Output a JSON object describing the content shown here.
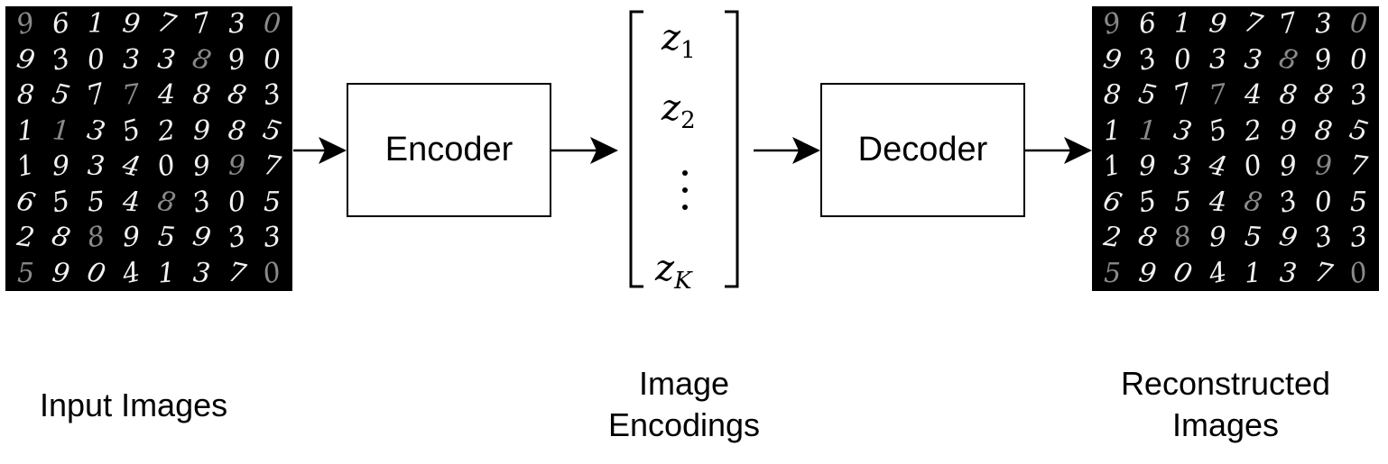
{
  "input_images": {
    "caption": "Input Images",
    "digits": [
      [
        "9",
        "6",
        "1",
        "9",
        "7",
        "7",
        "3",
        "0"
      ],
      [
        "9",
        "3",
        "0",
        "3",
        "3",
        "8",
        "9",
        "0"
      ],
      [
        "8",
        "5",
        "7",
        "7",
        "4",
        "8",
        "8",
        "3"
      ],
      [
        "1",
        "1",
        "3",
        "5",
        "2",
        "9",
        "8",
        "5"
      ],
      [
        "1",
        "9",
        "3",
        "4",
        "0",
        "9",
        "9",
        "7"
      ],
      [
        "6",
        "5",
        "5",
        "4",
        "8",
        "3",
        "0",
        "5"
      ],
      [
        "2",
        "8",
        "8",
        "9",
        "5",
        "9",
        "3",
        "3"
      ],
      [
        "5",
        "9",
        "0",
        "4",
        "1",
        "3",
        "7",
        "0"
      ]
    ]
  },
  "encoder": {
    "label": "Encoder"
  },
  "encodings": {
    "caption_line1": "Image",
    "caption_line2": "Encodings",
    "symbol": "z",
    "entries": [
      {
        "sub": "1"
      },
      {
        "sub": "2"
      },
      {
        "sub": "K"
      }
    ]
  },
  "decoder": {
    "label": "Decoder"
  },
  "reconstructed_images": {
    "caption_line1": "Reconstructed",
    "caption_line2": "Images",
    "digits": [
      [
        "9",
        "6",
        "1",
        "9",
        "7",
        "7",
        "3",
        "0"
      ],
      [
        "9",
        "3",
        "0",
        "3",
        "3",
        "8",
        "9",
        "0"
      ],
      [
        "8",
        "5",
        "7",
        "7",
        "4",
        "8",
        "8",
        "3"
      ],
      [
        "1",
        "1",
        "3",
        "5",
        "2",
        "9",
        "8",
        "5"
      ],
      [
        "1",
        "9",
        "3",
        "4",
        "0",
        "9",
        "9",
        "7"
      ],
      [
        "6",
        "5",
        "5",
        "4",
        "8",
        "3",
        "0",
        "5"
      ],
      [
        "2",
        "8",
        "8",
        "9",
        "5",
        "9",
        "3",
        "3"
      ],
      [
        "5",
        "9",
        "0",
        "4",
        "1",
        "3",
        "7",
        "0"
      ]
    ]
  },
  "colors": {
    "stroke": "#000000",
    "grid_background": "#000000",
    "digit": "#f2f2f2"
  }
}
